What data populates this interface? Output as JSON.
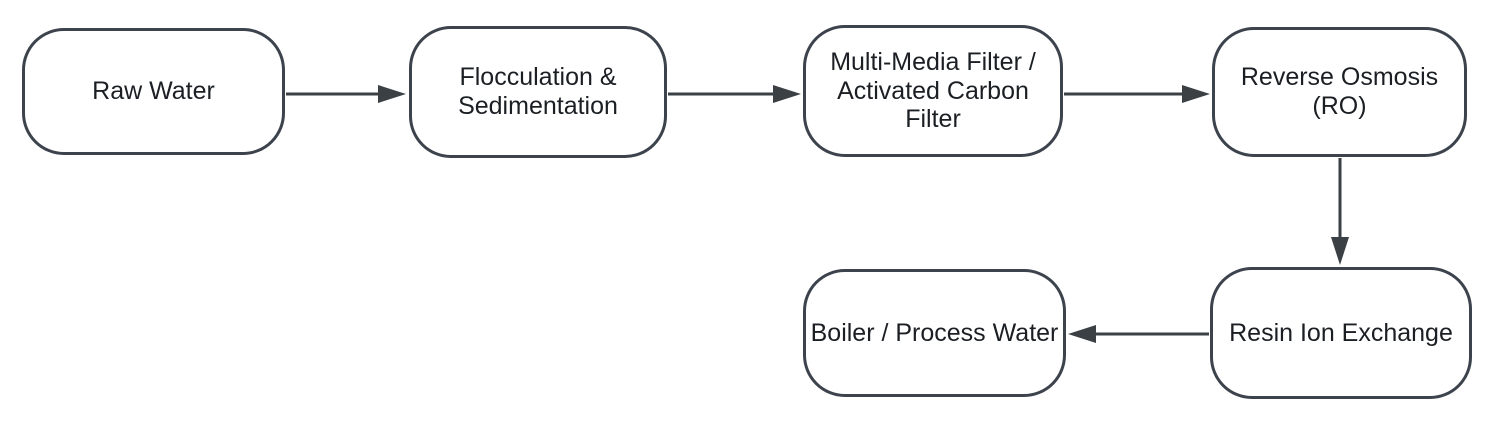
{
  "diagram": {
    "type": "flowchart",
    "description": "Water treatment process flow",
    "nodes": [
      {
        "id": "raw-water",
        "label": "Raw Water"
      },
      {
        "id": "flocculation-sedimentation",
        "label": "Flocculation & Sedimentation"
      },
      {
        "id": "multi-media-filter",
        "label": "Multi-Media Filter / Activated Carbon Filter"
      },
      {
        "id": "reverse-osmosis",
        "label": "Reverse Osmosis (RO)"
      },
      {
        "id": "resin-ion-exchange",
        "label": "Resin Ion Exchange"
      },
      {
        "id": "boiler-process-water",
        "label": "Boiler / Process Water"
      }
    ],
    "edges": [
      {
        "from": "Raw Water",
        "to": "Flocculation & Sedimentation",
        "direction": "right"
      },
      {
        "from": "Flocculation & Sedimentation",
        "to": "Multi-Media Filter / Activated Carbon Filter",
        "direction": "right"
      },
      {
        "from": "Multi-Media Filter / Activated Carbon Filter",
        "to": "Reverse Osmosis (RO)",
        "direction": "right"
      },
      {
        "from": "Reverse Osmosis (RO)",
        "to": "Resin Ion Exchange",
        "direction": "down"
      },
      {
        "from": "Resin Ion Exchange",
        "to": "Boiler / Process Water",
        "direction": "left"
      }
    ],
    "colors": {
      "bg": "#ffffff",
      "border-color": "#3c434d",
      "arrow-color": "#3b4045",
      "text-color": "#1b1f24"
    }
  }
}
